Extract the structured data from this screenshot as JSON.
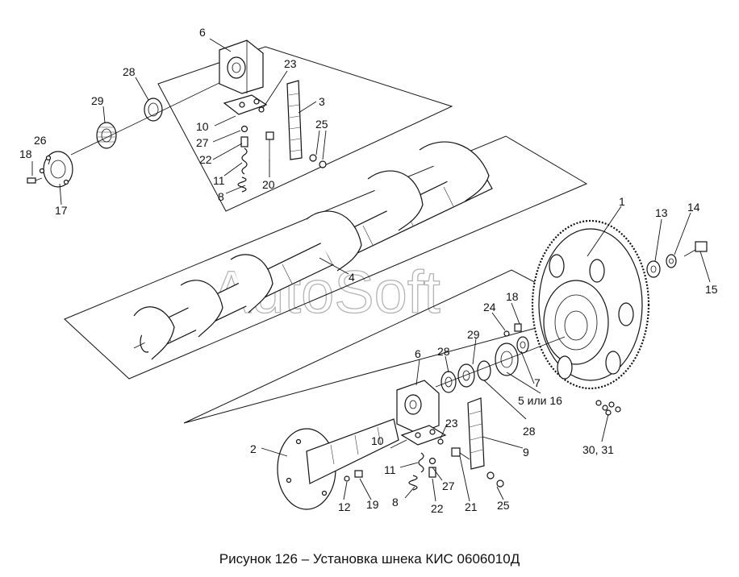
{
  "caption": "Рисунок 126 – Установка шнека КИС 0606010Д",
  "watermark": "AutoSoft",
  "callouts": {
    "c1": "1",
    "c2": "2",
    "c3": "3",
    "c4": "4",
    "c5_16": "5 или 16",
    "c6_top": "6",
    "c6_bot": "6",
    "c7": "7",
    "c8_top": "8",
    "c8_bot": "8",
    "c9": "9",
    "c10_top": "10",
    "c10_bot": "10",
    "c11_top": "11",
    "c11_bot": "11",
    "c12": "12",
    "c13": "13",
    "c14": "14",
    "c15": "15",
    "c17": "17",
    "c18_top": "18",
    "c18_mid": "18",
    "c19": "19",
    "c20": "20",
    "c21": "21",
    "c22_top": "22",
    "c22_bot": "22",
    "c23_top": "23",
    "c23_bot": "23",
    "c24": "24",
    "c25_top": "25",
    "c25_bot": "25",
    "c26": "26",
    "c27_top": "27",
    "c27_bot": "27",
    "c28_top": "28",
    "c28_mid": "28",
    "c28_low": "28",
    "c29_top": "29",
    "c29_mid": "29",
    "c30_31": "30, 31"
  }
}
